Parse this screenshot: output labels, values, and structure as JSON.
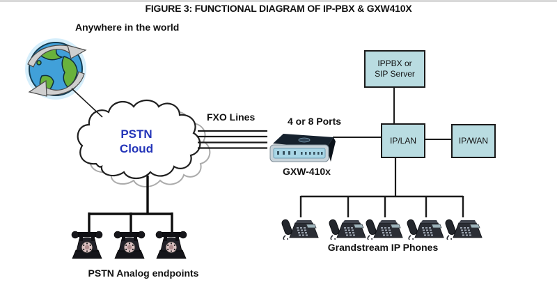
{
  "page": {
    "title": "FIGURE 3: FUNCTIONAL DIAGRAM OF IP-PBX & GXW410X"
  },
  "labels": {
    "anywhere": "Anywhere in the world",
    "fxo_lines": "FXO Lines",
    "ports": "4 or 8 Ports",
    "gateway_model": "GXW-410x",
    "ip_phones_caption": "Grandstream IP Phones",
    "analog_caption": "PSTN Analog endpoints"
  },
  "cloud": {
    "line1": "PSTN",
    "line2": "Cloud",
    "text_color": "#2334b8"
  },
  "boxes": {
    "ippbx": {
      "line1": "IPPBX or",
      "line2": "SIP Server"
    },
    "ip_lan": {
      "label": "IP/LAN"
    },
    "ip_wan": {
      "label": "IP/WAN"
    },
    "fill_color": "#b9dce1",
    "border_color": "#1a1a1a"
  },
  "counts": {
    "fxo_lines": 4,
    "ip_phones": 5,
    "analog_phones": 3
  }
}
